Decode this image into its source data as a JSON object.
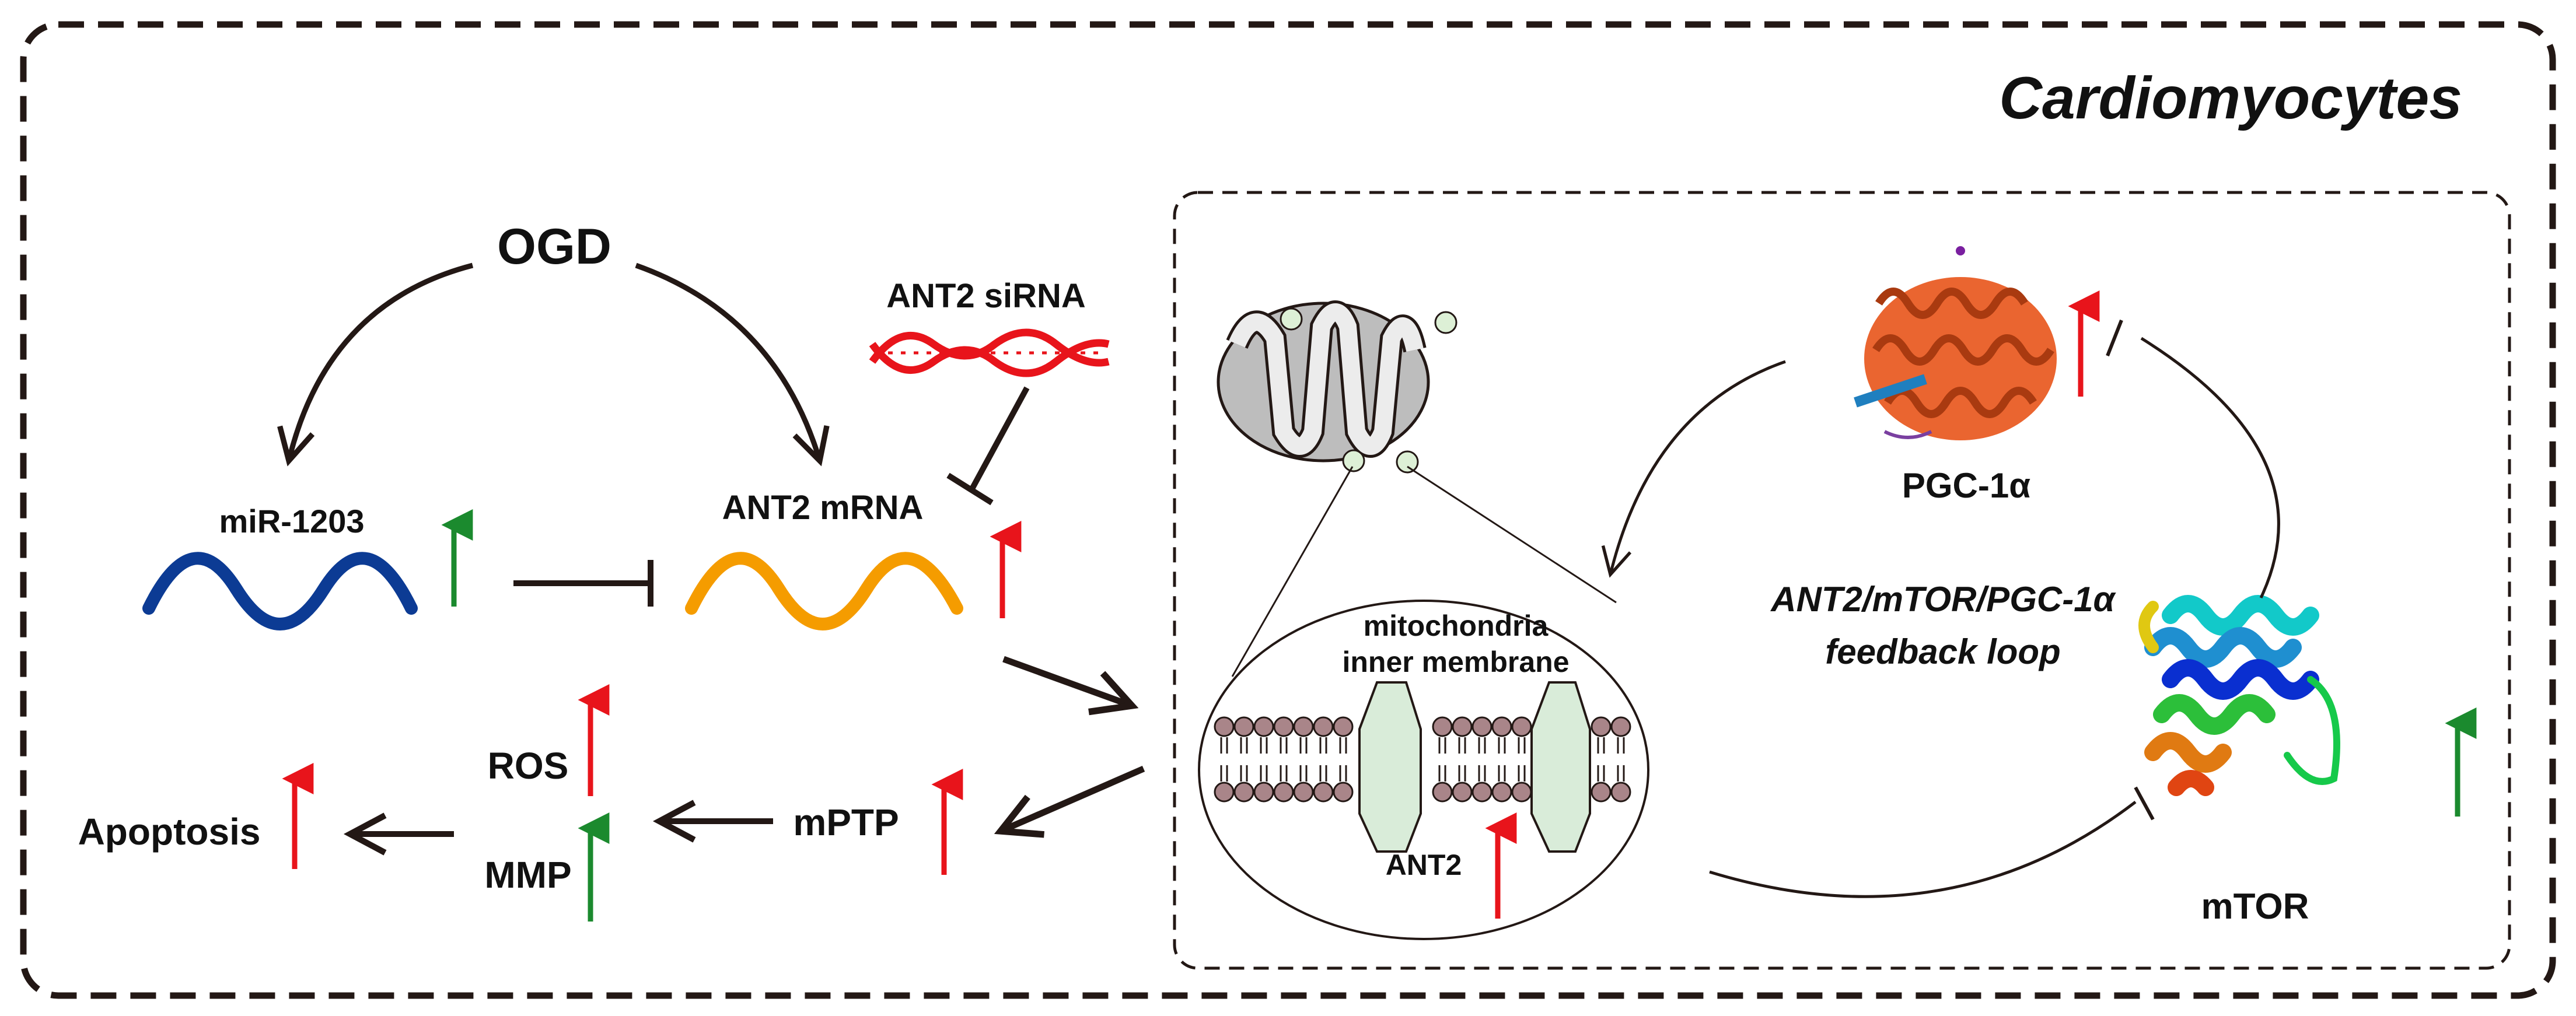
{
  "frame": {
    "title": "Cardiomyocytes"
  },
  "left": {
    "ogd": "OGD",
    "mir": "miR-1203",
    "ant2_mrna": "ANT2 mRNA",
    "ant2_sirna": "ANT2 siRNA",
    "ros": "ROS",
    "mmp": "MMP",
    "mptp": "mPTP",
    "apoptosis": "Apoptosis"
  },
  "right": {
    "membrane_line1": "mitochondria",
    "membrane_line2": "inner membrane",
    "ant2": "ANT2",
    "pgc": "PGC-1α",
    "mtor": "mTOR",
    "loop_line1": "ANT2/mTOR/PGC-1α",
    "loop_line2": "feedback loop"
  },
  "colors": {
    "up_arrow": "#e8141b",
    "down_arrow": "#1b8a2e",
    "mir_wave": "#0c3b94",
    "mrna_wave": "#f59c00",
    "sirna_wave": "#e8141b",
    "lipid_head": "#a98589",
    "protein": "#d9ecd9"
  },
  "icons": [
    "up-arrow-icon",
    "down-arrow-icon",
    "rna-wave-icon",
    "dsrna-helix-icon",
    "mitochondrion-icon",
    "lipid-bilayer-icon",
    "protein-structure-icon"
  ]
}
